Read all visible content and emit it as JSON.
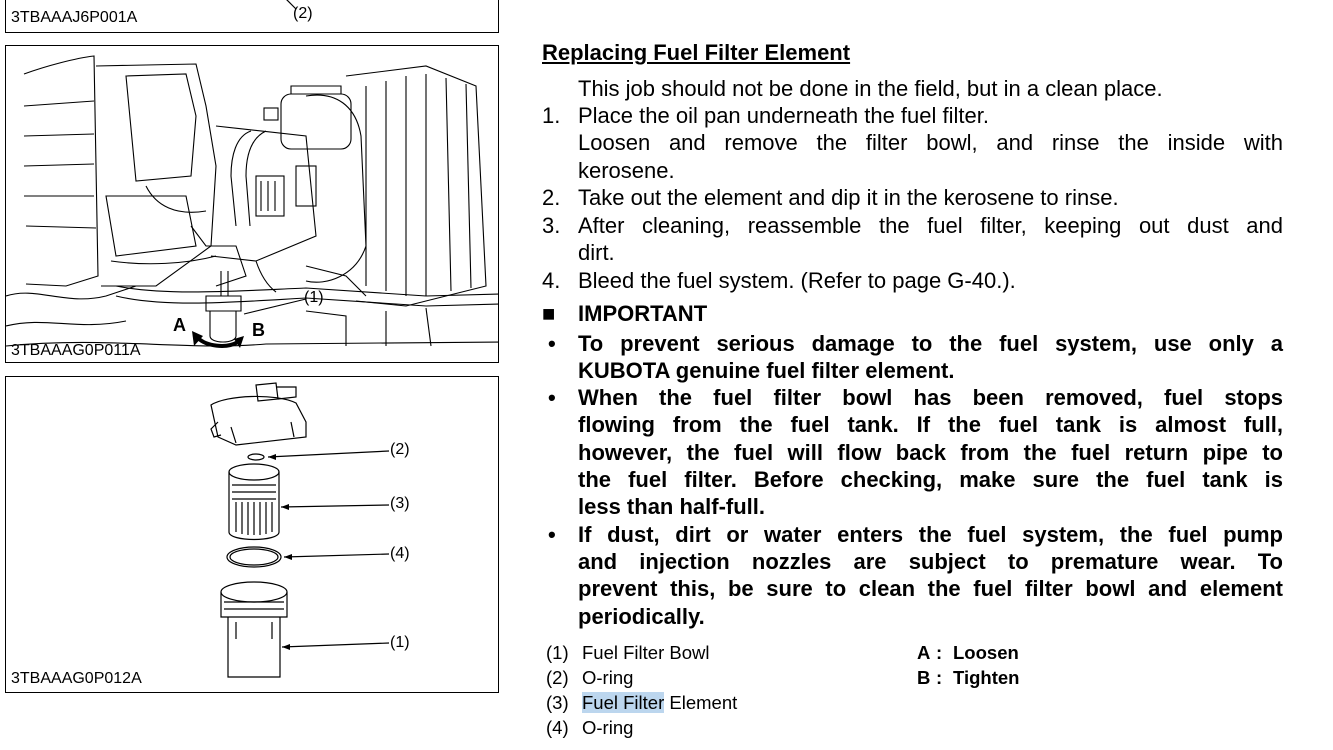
{
  "figures": {
    "top": {
      "code": "3TBAAAJ6P001A",
      "callout": "(2)"
    },
    "engine": {
      "code": "3TBAAAG0P011A",
      "callout_1": "(1)",
      "label_a": "A",
      "label_b": "B"
    },
    "exploded": {
      "code": "3TBAAAG0P012A",
      "callouts": [
        "(2)",
        "(3)",
        "(4)",
        "(1)"
      ]
    }
  },
  "section": {
    "title": "Replacing Fuel Filter Element",
    "intro": "This job should not be done in the field, but in a clean place.",
    "steps": [
      {
        "num": "1.",
        "lines": [
          "Place the oil pan underneath the fuel filter.",
          "Loosen and remove the filter bowl, and rinse the inside with",
          "kerosene."
        ]
      },
      {
        "num": "2.",
        "lines": [
          "Take out the element and dip it in the kerosene to rinse."
        ]
      },
      {
        "num": "3.",
        "lines": [
          "After cleaning, reassemble the fuel filter, keeping out dust and",
          "dirt."
        ]
      },
      {
        "num": "4.",
        "lines": [
          "Bleed the fuel system.  (Refer to page G-40.)."
        ]
      }
    ],
    "important_marker": "■",
    "important_label": "IMPORTANT",
    "bullet": "•",
    "important_items": [
      {
        "lines": [
          "To prevent serious damage to the fuel system, use only a",
          "KUBOTA genuine fuel filter element."
        ]
      },
      {
        "lines": [
          "When the fuel filter bowl has been removed, fuel stops",
          "flowing from the fuel tank.  If the fuel tank is almost full,",
          "however, the fuel will flow back from the fuel return pipe to",
          "the fuel filter.  Before checking, make sure the fuel tank is",
          "less than half-full."
        ]
      },
      {
        "lines": [
          "If dust, dirt or water enters the fuel system, the fuel pump",
          "and injection nozzles are subject to premature wear.  To",
          "prevent this, be sure to clean the fuel filter bowl and element",
          "periodically."
        ]
      }
    ]
  },
  "legend": {
    "parts": [
      {
        "num": "(1)",
        "name": "Fuel Filter Bowl"
      },
      {
        "num": "(2)",
        "name": "O-ring"
      },
      {
        "num": "(3)",
        "name_highlight": "Fuel Filter",
        "name_rest": " Element"
      },
      {
        "num": "(4)",
        "name": "O-ring"
      }
    ],
    "actions": [
      {
        "key": "A",
        "sep": ":",
        "value": "Loosen"
      },
      {
        "key": "B",
        "sep": ":",
        "value": "Tighten"
      }
    ]
  }
}
